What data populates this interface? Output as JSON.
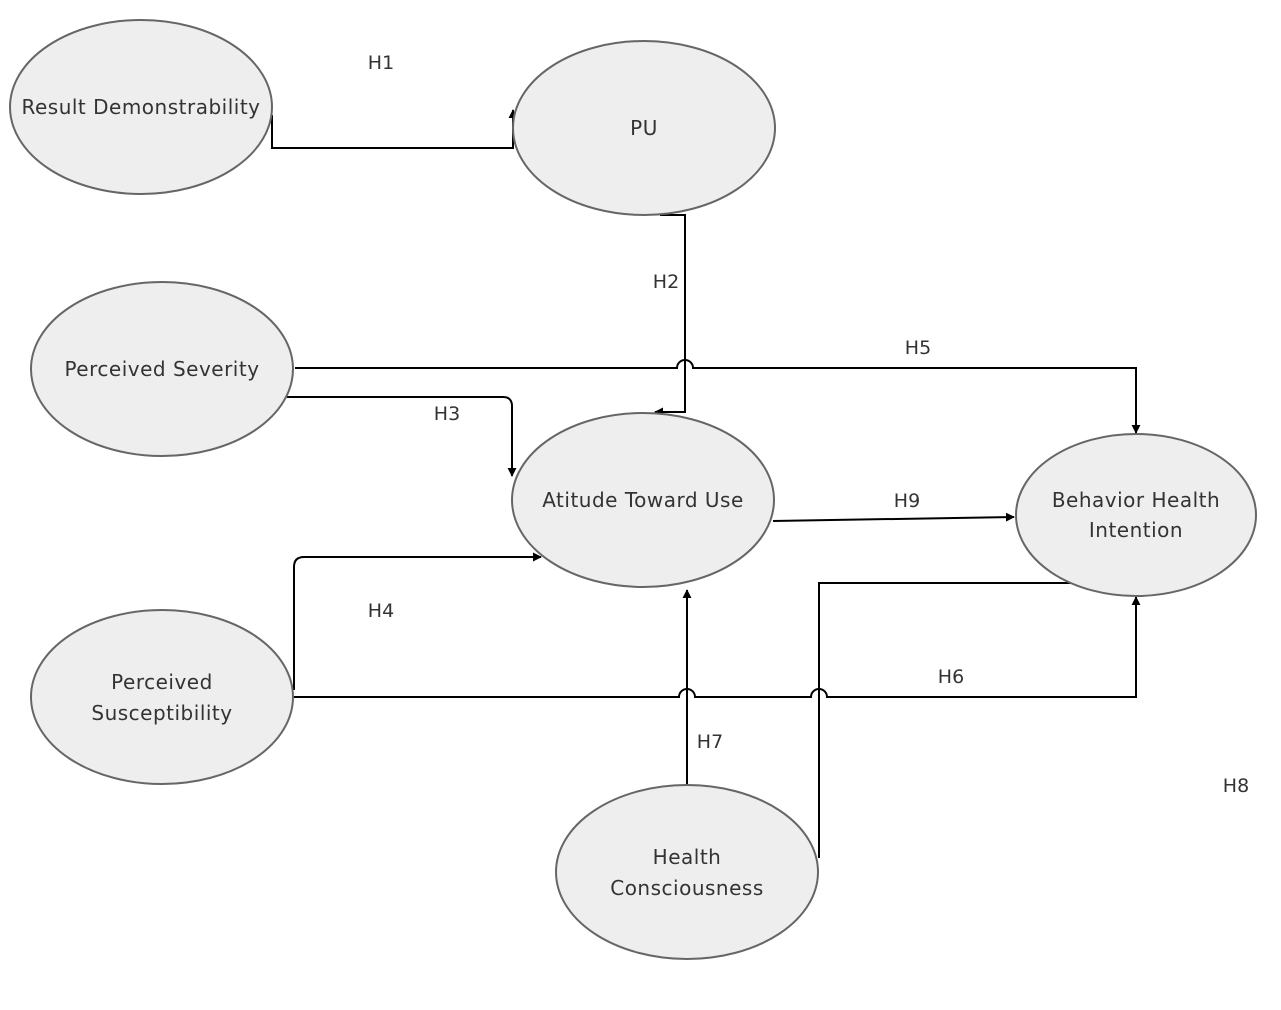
{
  "diagram": {
    "nodes": {
      "result_demonstrability": [
        "Result Demonstrability"
      ],
      "pu": [
        "PU"
      ],
      "perceived_severity": [
        "Perceived Severity"
      ],
      "attitude_toward_use": [
        "Atitude Toward Use"
      ],
      "behavior_health_intention": [
        "Behavior Health",
        "Intention"
      ],
      "perceived_susceptibility": [
        "Perceived",
        "Susceptibility"
      ],
      "health_consciousness": [
        "Health",
        "Consciousness"
      ]
    },
    "hypotheses": {
      "h1": "H1",
      "h2": "H2",
      "h3": "H3",
      "h4": "H4",
      "h5": "H5",
      "h6": "H6",
      "h7": "H7",
      "h8": "H8",
      "h9": "H9"
    },
    "colors": {
      "node_fill": "#eeeeee",
      "node_stroke": "#666666",
      "edge": "#000000",
      "text": "#333333"
    }
  }
}
